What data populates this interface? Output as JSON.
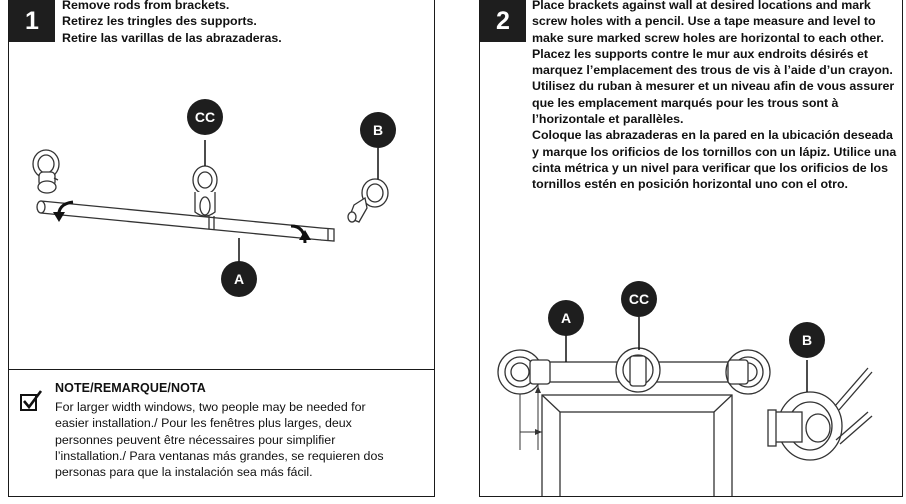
{
  "step1": {
    "number": "1",
    "lines": [
      "Remove rods from brackets.",
      "Retirez les tringles des supports.",
      "Retire las varillas de las abrazaderas."
    ],
    "callouts": {
      "cc": "CC",
      "b": "B",
      "a": "A"
    }
  },
  "note": {
    "title": "NOTE/REMARQUE/NOTA",
    "lines": [
      "For larger width windows, two people may be needed for",
      "easier installation./ Pour les fenêtres plus larges, deux",
      "personnes peuvent être nécessaires pour simplifier",
      "l’installation./ Para ventanas más grandes, se requieren dos",
      "personas para que la instalación sea más fácil."
    ]
  },
  "step2": {
    "number": "2",
    "paragraphs": [
      "Place brackets against wall at desired locations and mark screw holes with a pencil. Use a tape measure and level to make sure marked screw holes are horizontal to each other.",
      "Placez les supports contre le mur aux endroits désirés et marquez l’emplacement des trous de vis à l’aide d’un crayon. Utilisez du ruban à mesurer et un niveau afin de vous assurer que les emplacement marqués pour les trous sont à l’horizontale et parallèles.",
      "Coloque las abrazaderas en la pared en la ubicación deseada y marque los orificios de los tornillos con un lápiz. Utilice una cinta métrica y un nivel para verificar que los orificios de los tornillos estén en posición horizontal uno con el otro."
    ],
    "callouts": {
      "a": "A",
      "cc": "CC",
      "b": "B"
    }
  },
  "colors": {
    "ink": "#1e1e1e",
    "paper": "#ffffff",
    "line": "#333333"
  }
}
